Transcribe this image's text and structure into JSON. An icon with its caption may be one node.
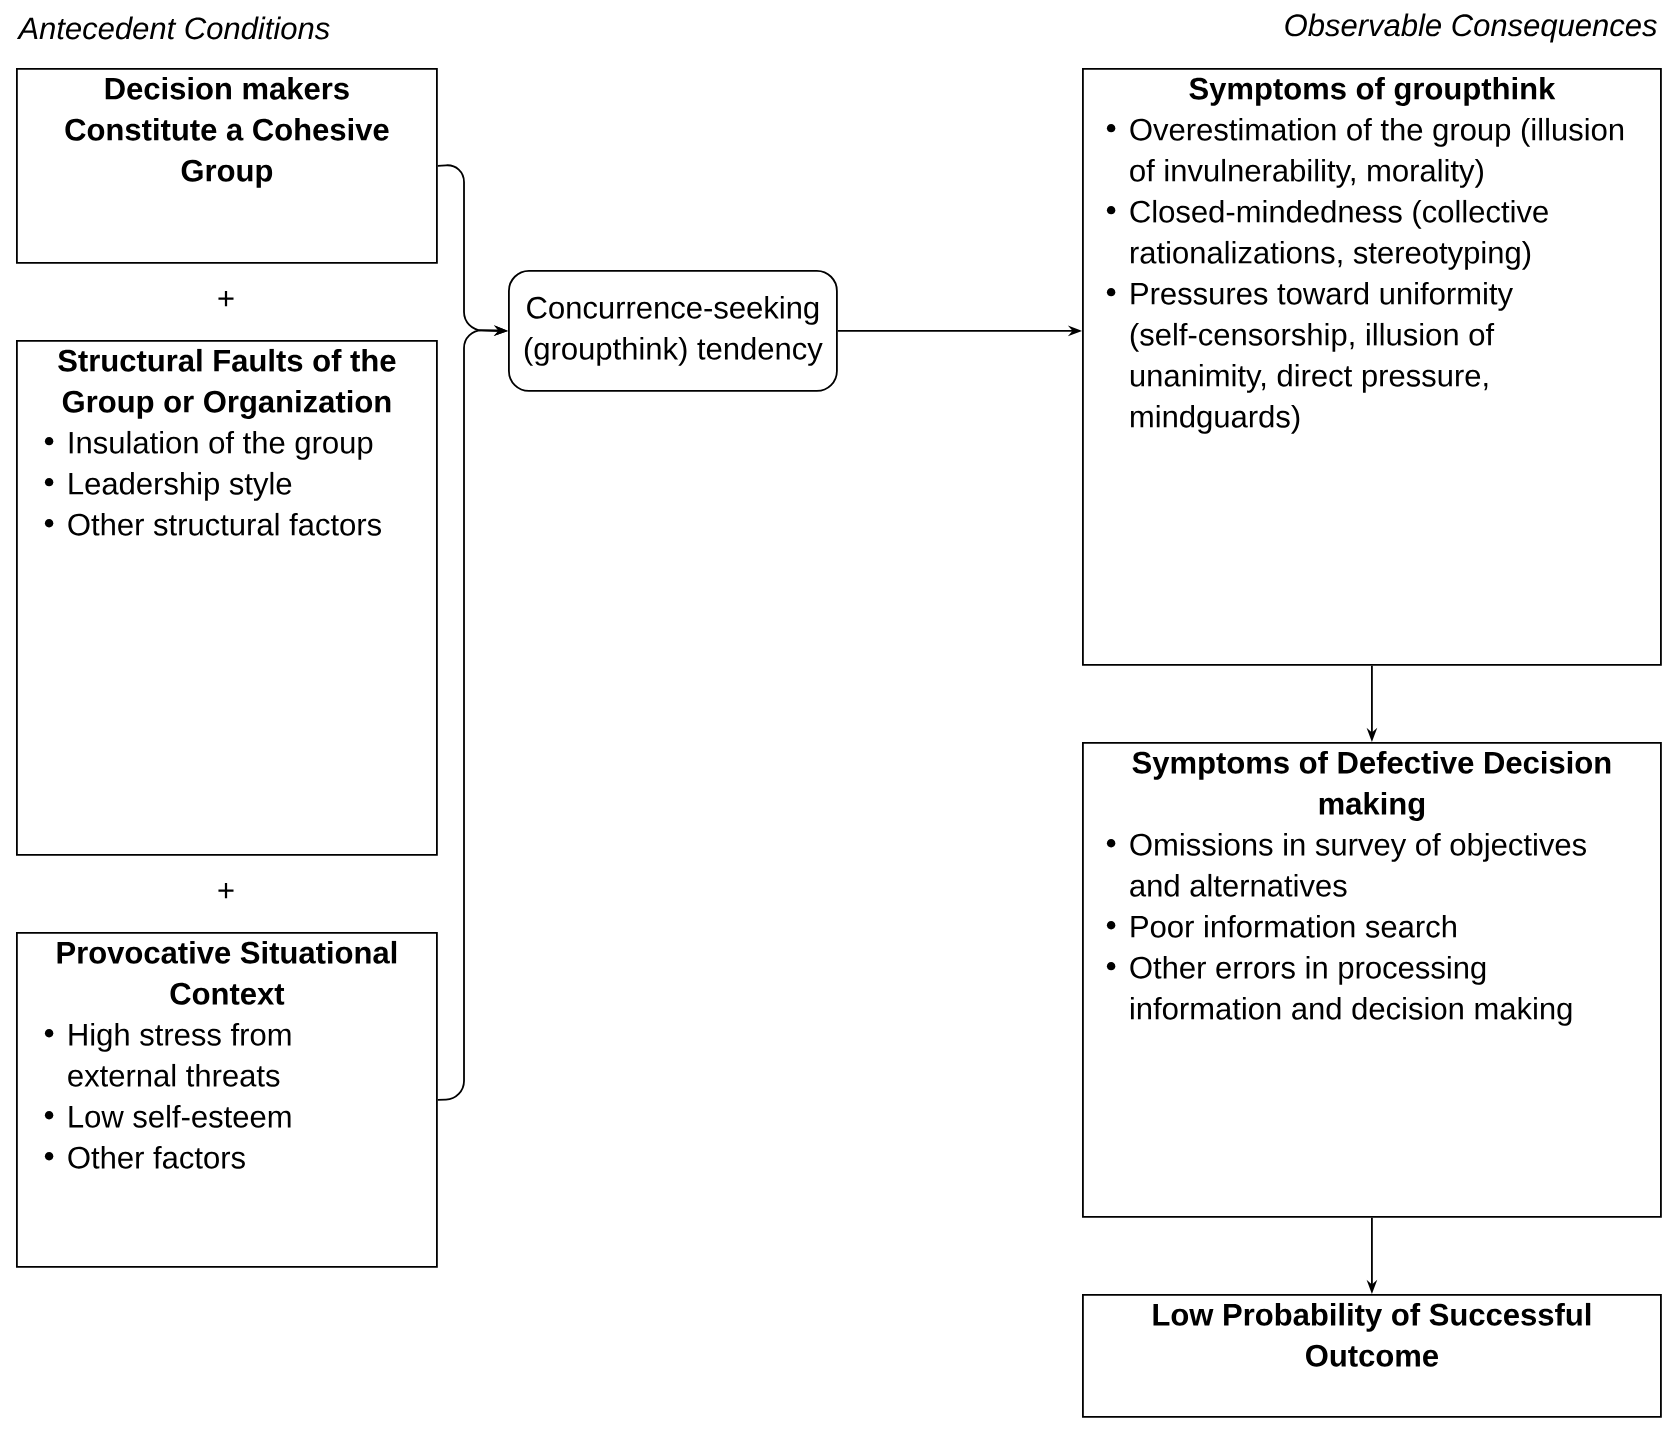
{
  "diagram": {
    "nodes": [
      {
        "text": [
          "Decision makers Constitute a Cohesive Group"
        ]
      },
      {
        "text": [
          "Structural Faults of the Group or Organization",
          "Insulation of the group",
          "Leadership style",
          "Other structural factors"
        ]
      },
      {
        "text": [
          "Provocative Situational Context",
          "High stress from external threats",
          "Low self-esteem",
          "Other factors"
        ]
      },
      {
        "text": [
          "Concurrence-seeking (groupthink) tendency"
        ]
      },
      {
        "text": [
          "Symptoms of groupthink",
          "Overestimation of the group (illusion of invulnerability, morality)",
          "Closed-mindedness (collective rationalizations, stereotyping)",
          "Pressures toward uniformity (self-censorship, illusion of unanimity, direct pressure, mindguards)"
        ]
      },
      {
        "text": [
          "Symptoms of Defective Decision making",
          "Omissions in survey of objectives and alternatives",
          "Poor information search",
          "Other errors in processing information and decision making"
        ]
      },
      {
        "text": [
          "Low Probability of Successful Outcome"
        ]
      }
    ],
    "edges": [
      {
        "from": 0,
        "to": 3,
        "arrow": "to"
      },
      {
        "from": 2,
        "to": 3,
        "arrow": "to"
      },
      {
        "from": 3,
        "to": 4,
        "arrow": "to"
      },
      {
        "from": 4,
        "to": 5,
        "arrow": "to"
      },
      {
        "from": 5,
        "to": 6,
        "arrow": "to"
      }
    ],
    "labels": [
      "Antecedent Conditions",
      "Observable Consequences",
      "+",
      "+"
    ]
  }
}
